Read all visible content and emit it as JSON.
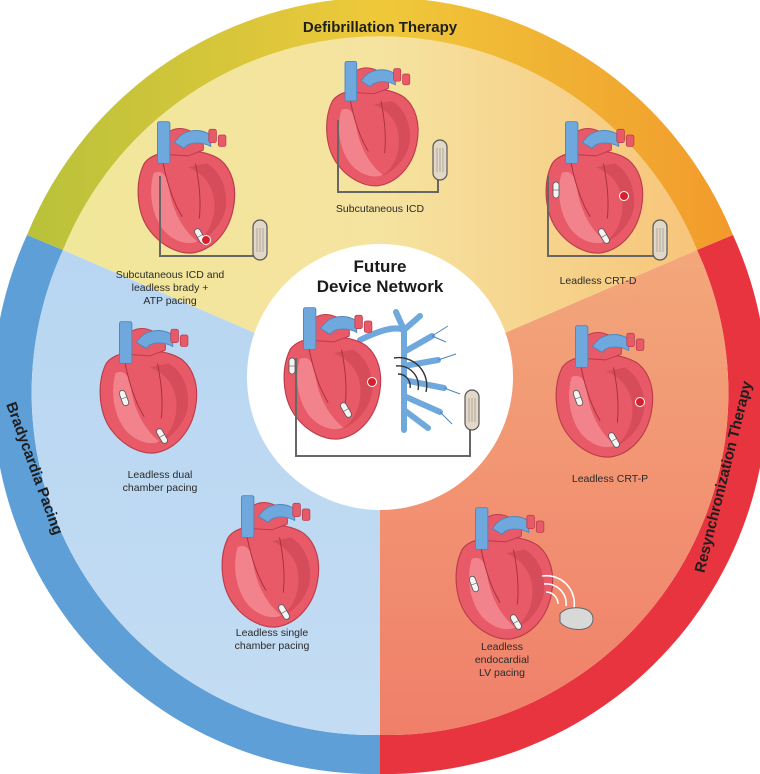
{
  "center": {
    "title_line1": "Future",
    "title_line2": "Device Network"
  },
  "bands": {
    "top": "Defibrillation Therapy",
    "left": "Bradycardia Pacing",
    "right": "Resynchronization Therapy"
  },
  "captions": {
    "subq_icd": "Subcutaneous ICD",
    "combo_1": "Subcutaneous ICD and",
    "combo_2": "leadless brady +",
    "combo_3": "ATP pacing",
    "crt_d": "Leadless CRT-D",
    "crt_p": "Leadless CRT-P",
    "dual_1": "Leadless dual",
    "dual_2": "chamber pacing",
    "single_1": "Leadless single",
    "single_2": "chamber pacing",
    "lv_1": "Leadless",
    "lv_2": "endocardial",
    "lv_3": "LV pacing"
  },
  "colors": {
    "defibrillation": "#efc93a",
    "bradycardia": "#5e9fd8",
    "resynchronization": "#e8343f",
    "heart": "#e85a68",
    "vessel": "#6fa8dc"
  }
}
